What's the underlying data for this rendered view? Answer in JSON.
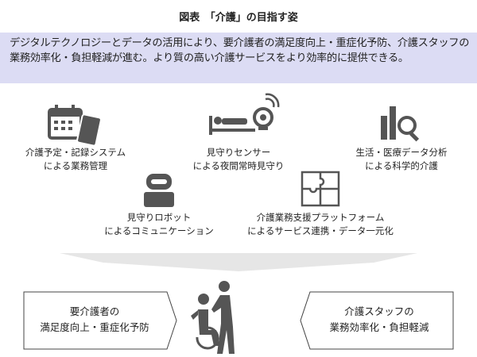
{
  "title": "図表　「介護」の目指す姿",
  "intro": "デジタルテクノロジーとデータの活用により、要介護者の満足度向上・重症化予防、介護スタッフの業務効率化・負担軽減が進む。より質の高い介護サービスをより効率的に提供できる。",
  "items": [
    {
      "line1": "介護予定・記録システム",
      "line2": "による業務管理"
    },
    {
      "line1": "見守りセンサー",
      "line2": "による夜間常時見守り"
    },
    {
      "line1": "生活・医療データ分析",
      "line2": "による科学的介護"
    },
    {
      "line1": "見守りロボット",
      "line2": "によるコミュニケーション"
    },
    {
      "line1": "介護業務支援プラットフォーム",
      "line2": "によるサービス連携・データ一元化"
    }
  ],
  "outcomes": {
    "left": {
      "line1": "要介護者の",
      "line2": "満足度向上・重症化予防"
    },
    "right": {
      "line1": "介護スタッフの",
      "line2": "業務効率化・負担軽減"
    }
  },
  "colors": {
    "band": "#dcdcf4",
    "icon": "#555555",
    "arrow": "#e6e6e6"
  }
}
